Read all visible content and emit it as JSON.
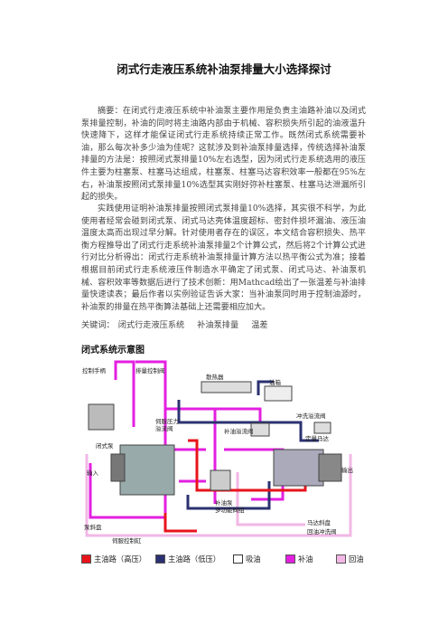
{
  "title": "闭式行走液压系统补油泵排量大小选择探讨",
  "abstract": "摘要：在闭式行走液压系统中补油泵主要作用是负责主油路补油以及闭式泵排量控制，补油的同时将主油路内部由于机械、容积损失所引起的油液温升快速降下，这样才能保证闭式行走系统持续正常工作。既然闭式系统需要补油，那么每次补多少油为佳呢？这就涉及到补油泵排量选择，传统选择补油泵排量的方法是：按照闭式泵排量10%左右选型，因为闭式行走系统选用的液压件主要为柱塞泵、柱塞马达组成，柱塞泵、柱塞马达容积效率一般都在95%左右，补油泵按照闭式泵排量10%选型其实刚好弥补柱塞泵、柱塞马达泄漏所引起的损失。",
  "practice": "实践使用证明补油泵排量按照闭式泵排量10%选择，其实很不科学，为此使用者经常会碰到闭式泵、闭式马达壳体温度超标、密封件损坏漏油、液压油温度太高而出现过早分解。针对使用者存在的误区，本文结合容积损失、热平衡方程推导出了闭式行走系统补油泵排量2个计算公式，然后将2个计算公式进行对比分析得出：闭式行走系统补油泵排量计算方法以热平衡公式为准；接着根据目前闭式行走系统液压件制造水平确定了闭式泵、闭式马达、补油泵机械、容积效率等数据后进行了技术创新：用Mathcad绘出了一张温差与补油排量快速读表；最后作者以实例验证告诉大家：当补油泵同时用于控制油源时，补油泵的排量在热平衡算法基础上还需要相应加大。",
  "keywords": {
    "label": "关键词：",
    "items": [
      "闭式行走液压系统",
      "补油泵排量",
      "温差"
    ]
  },
  "figure_heading": "闭式系统示意图",
  "diagram": {
    "labels": {
      "control_handle": "控制手柄",
      "displacement_control_valve": "排量控制阀",
      "radiator": "散热器",
      "oil_tank": "油箱",
      "servo_relief_valve_l1": "伺服压力",
      "servo_relief_valve_l2": "溢流阀",
      "charge_relief_valve": "补油溢流阀",
      "flush_relief_valve": "冲洗溢流阀",
      "closed_pump": "闭式泵",
      "fixed_motor": "定量马达",
      "input": "输入",
      "output": "输出",
      "charge_pump": "补油泵",
      "multi_function_valve": "多功能阀组",
      "pump_swashplate": "泵斜盘",
      "servo_cylinder": "伺服控制缸",
      "motor_swashplate": "马达斜盘",
      "loop_flush_valve": "回油冲洗阀"
    }
  },
  "legend": [
    {
      "label": "主油路（高压）",
      "color": "#e8141b",
      "border": "#555"
    },
    {
      "label": "主油路（低压）",
      "color": "#2b3170",
      "border": "#555"
    },
    {
      "label": "吸油",
      "color": "#ffffff",
      "border": "#333"
    },
    {
      "label": "补油",
      "color": "#e31fe0",
      "border": "#555"
    },
    {
      "label": "回油",
      "color": "#f2b7e6",
      "border": "#555"
    }
  ]
}
